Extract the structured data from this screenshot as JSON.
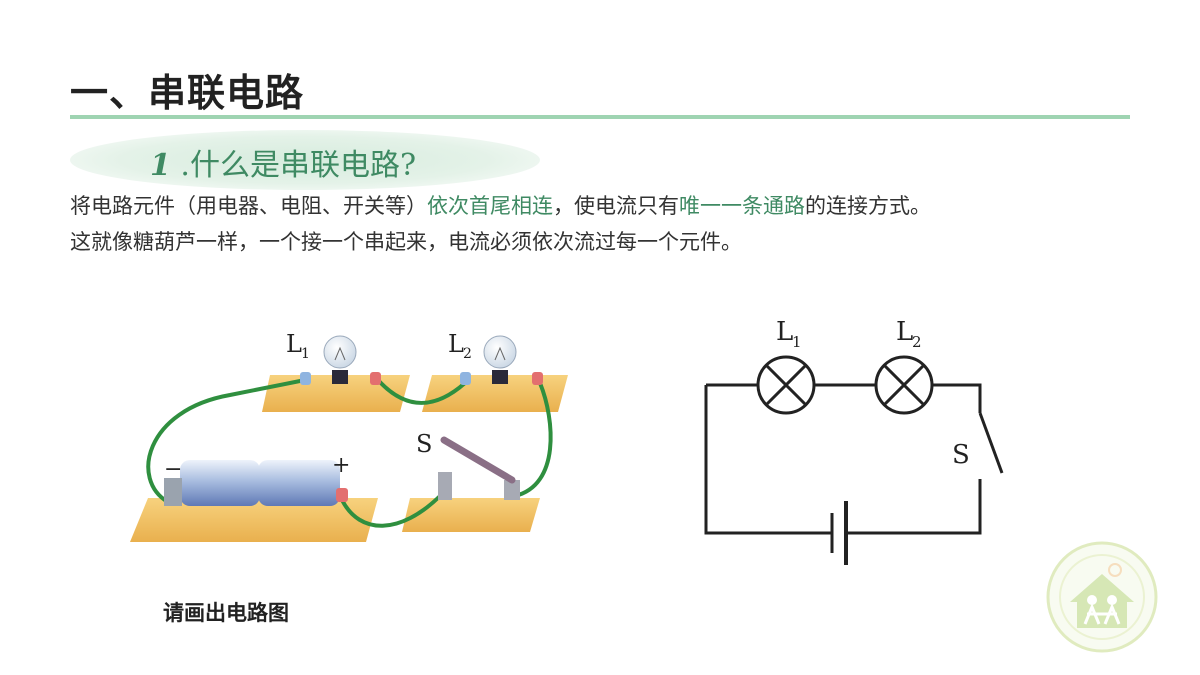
{
  "title": "一、串联电路",
  "subtitle": {
    "number": "1",
    "text": ".什么是串联电路?"
  },
  "paragraph1": {
    "p1": "将电路元件（用电器、电阻、开关等）",
    "hl1": "依次首尾相连",
    "p2": "，使电流只有",
    "hl2": "唯一一条通路",
    "p3": "的连接方式。"
  },
  "paragraph2": "这就像糖葫芦一样，一个接一个串起来，电流必须依次流过每一个元件。",
  "illustration": {
    "lamp1_label": "L",
    "lamp1_sub": "1",
    "lamp2_label": "L",
    "lamp2_sub": "2",
    "switch_label": "S",
    "minus_sign": "−",
    "plus_sign": "+"
  },
  "schematic": {
    "lamp1_label": "L",
    "lamp1_sub": "1",
    "lamp2_label": "L",
    "lamp2_sub": "2",
    "switch_label": "S"
  },
  "caption": "请画出电路图",
  "colors": {
    "accent": "#3f8a63",
    "rule": "#9fd4b2",
    "wire": "#2f8f3f",
    "board": "#f2c46a"
  }
}
